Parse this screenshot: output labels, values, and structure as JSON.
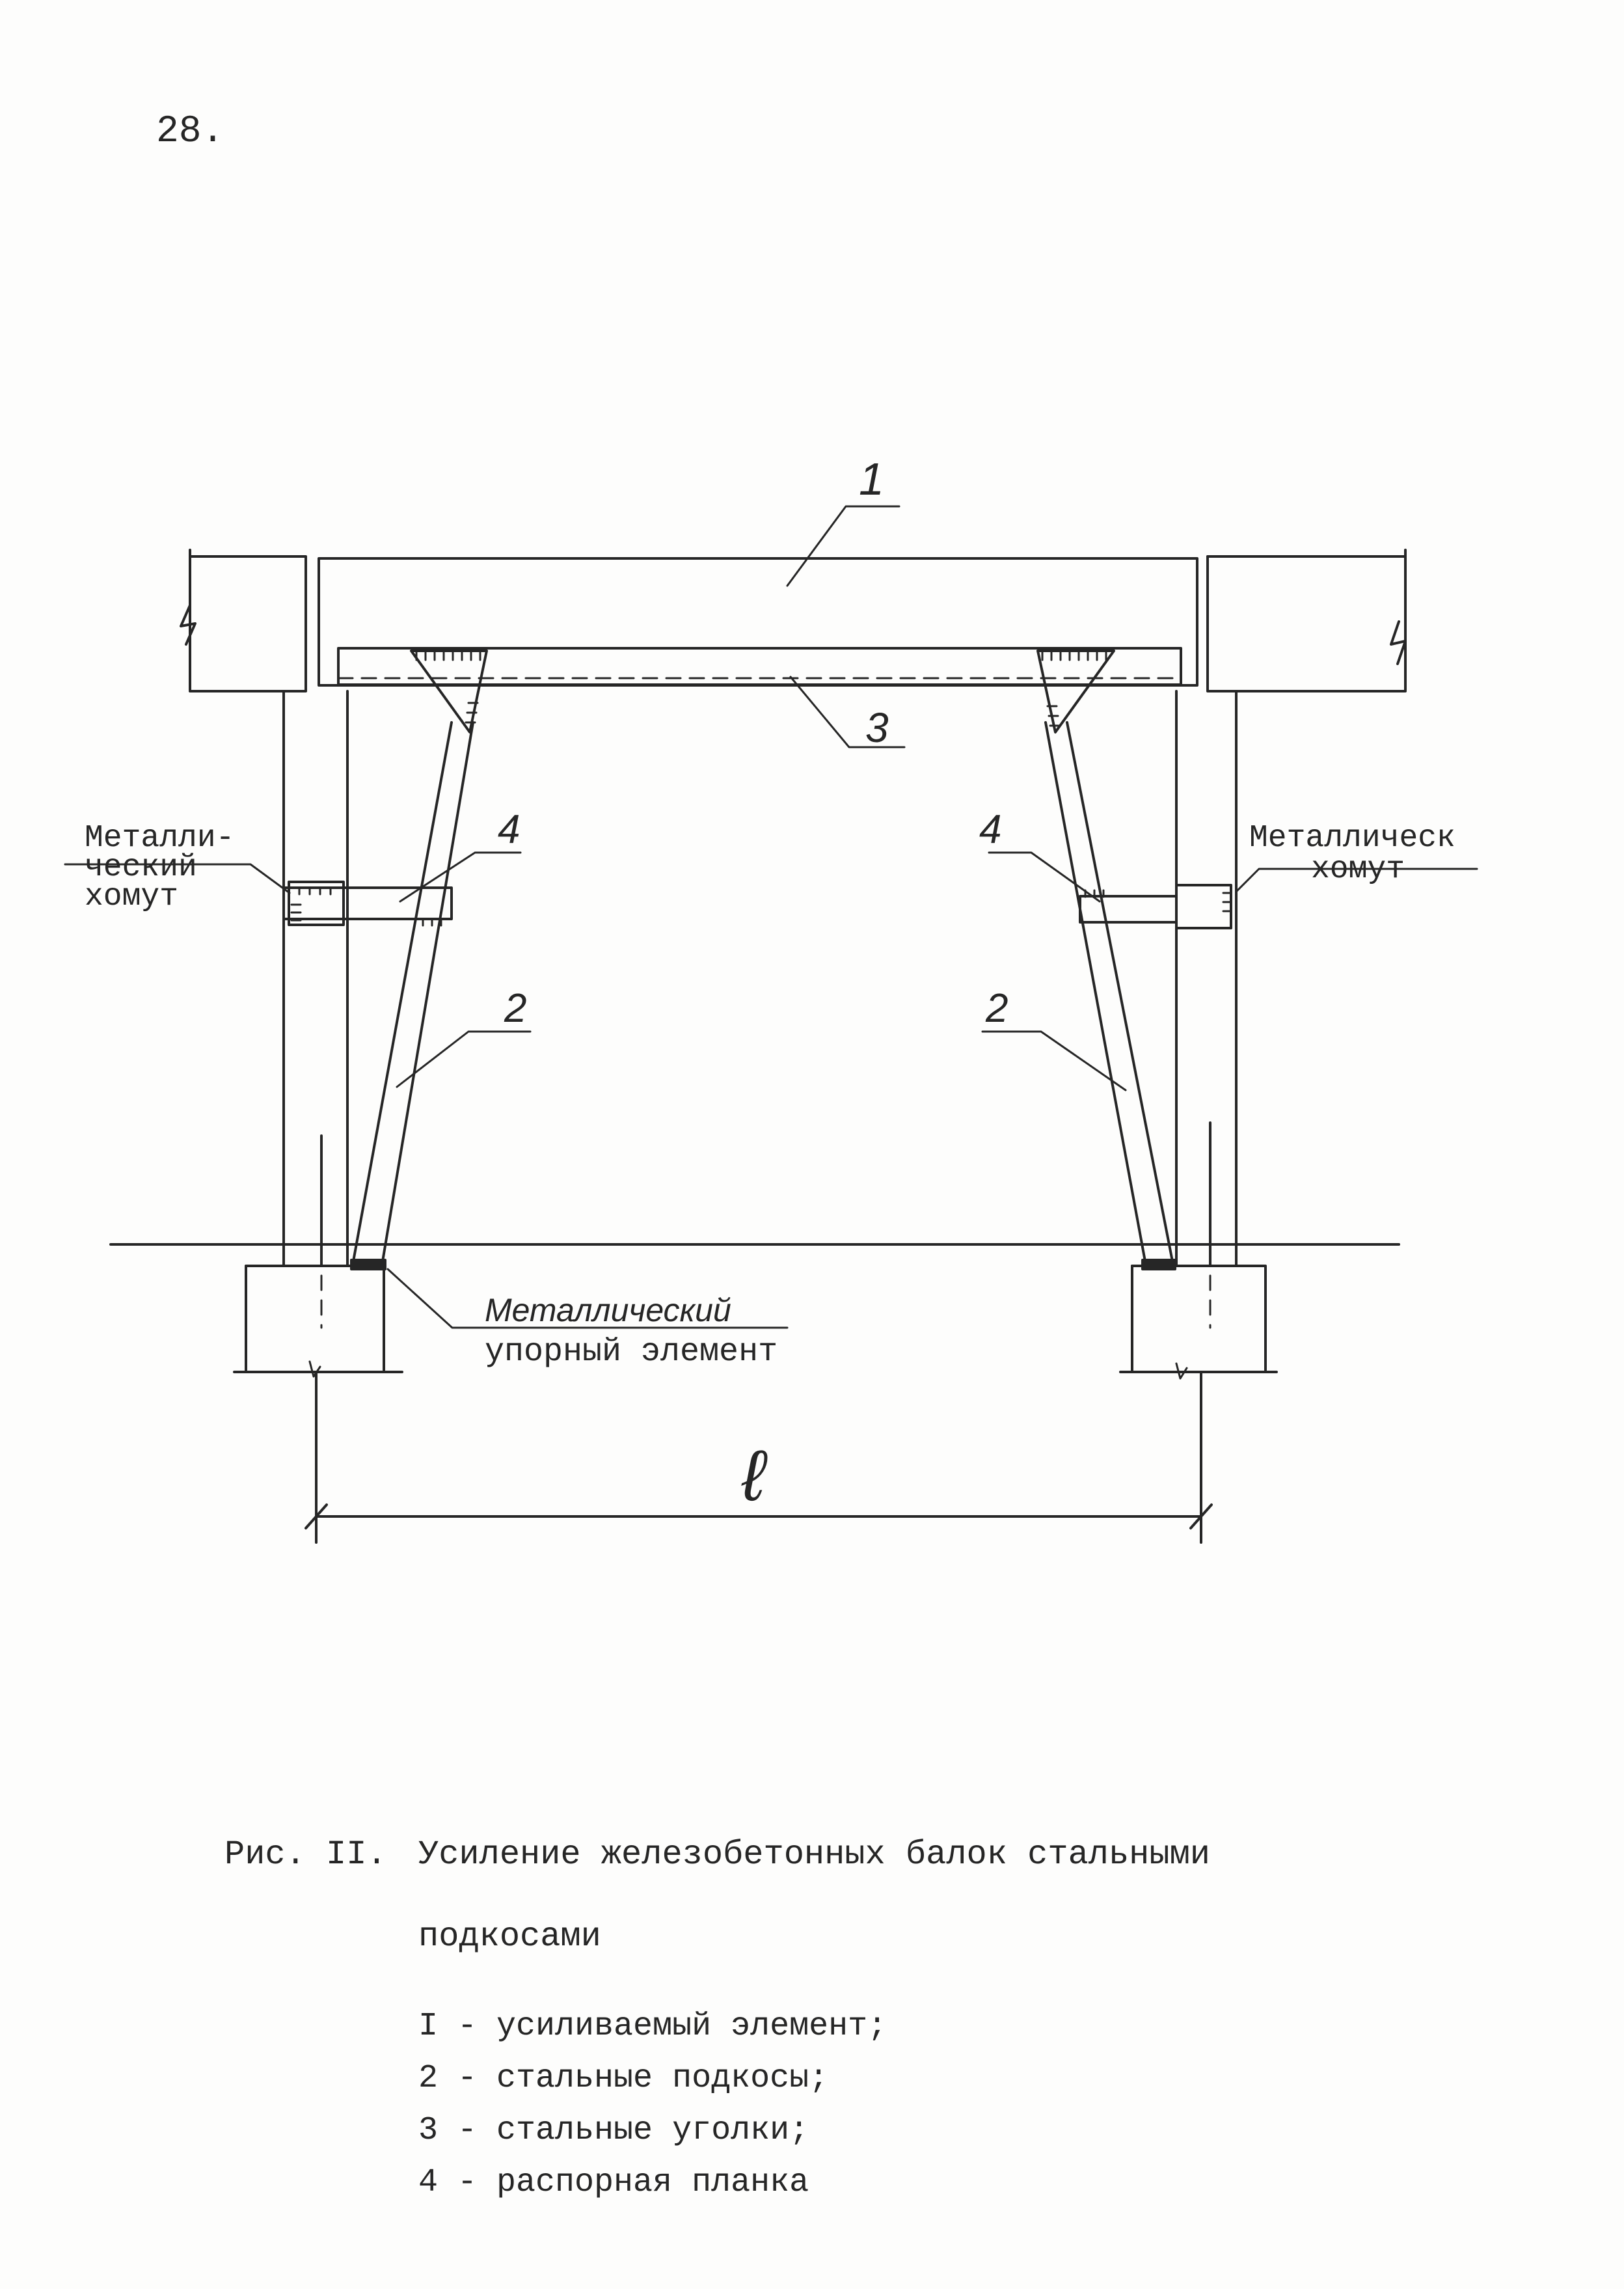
{
  "page_number": "28.",
  "callouts": {
    "beam": "1",
    "strut_left": "2",
    "strut_right": "2",
    "angles": "3",
    "spacer_left": "4",
    "spacer_right": "4",
    "span": "ℓ"
  },
  "labels": {
    "clamp_left": [
      "Металли-",
      "ческий",
      "хомут"
    ],
    "clamp_right": [
      "Металлическ",
      "хомут"
    ],
    "support_element": [
      "Металлический",
      "упорный элемент"
    ]
  },
  "caption": {
    "label": "Рис. II.",
    "title_lines": [
      "Усиление железобетонных балок стальными",
      "подкосами"
    ]
  },
  "legend": [
    "I - усиливаемый элемент;",
    "2 - стальные подкосы;",
    "3 - стальные уголки;",
    "4 - распорная планка"
  ],
  "colors": {
    "ink": "#262626",
    "paper": "#fdfdfc"
  }
}
